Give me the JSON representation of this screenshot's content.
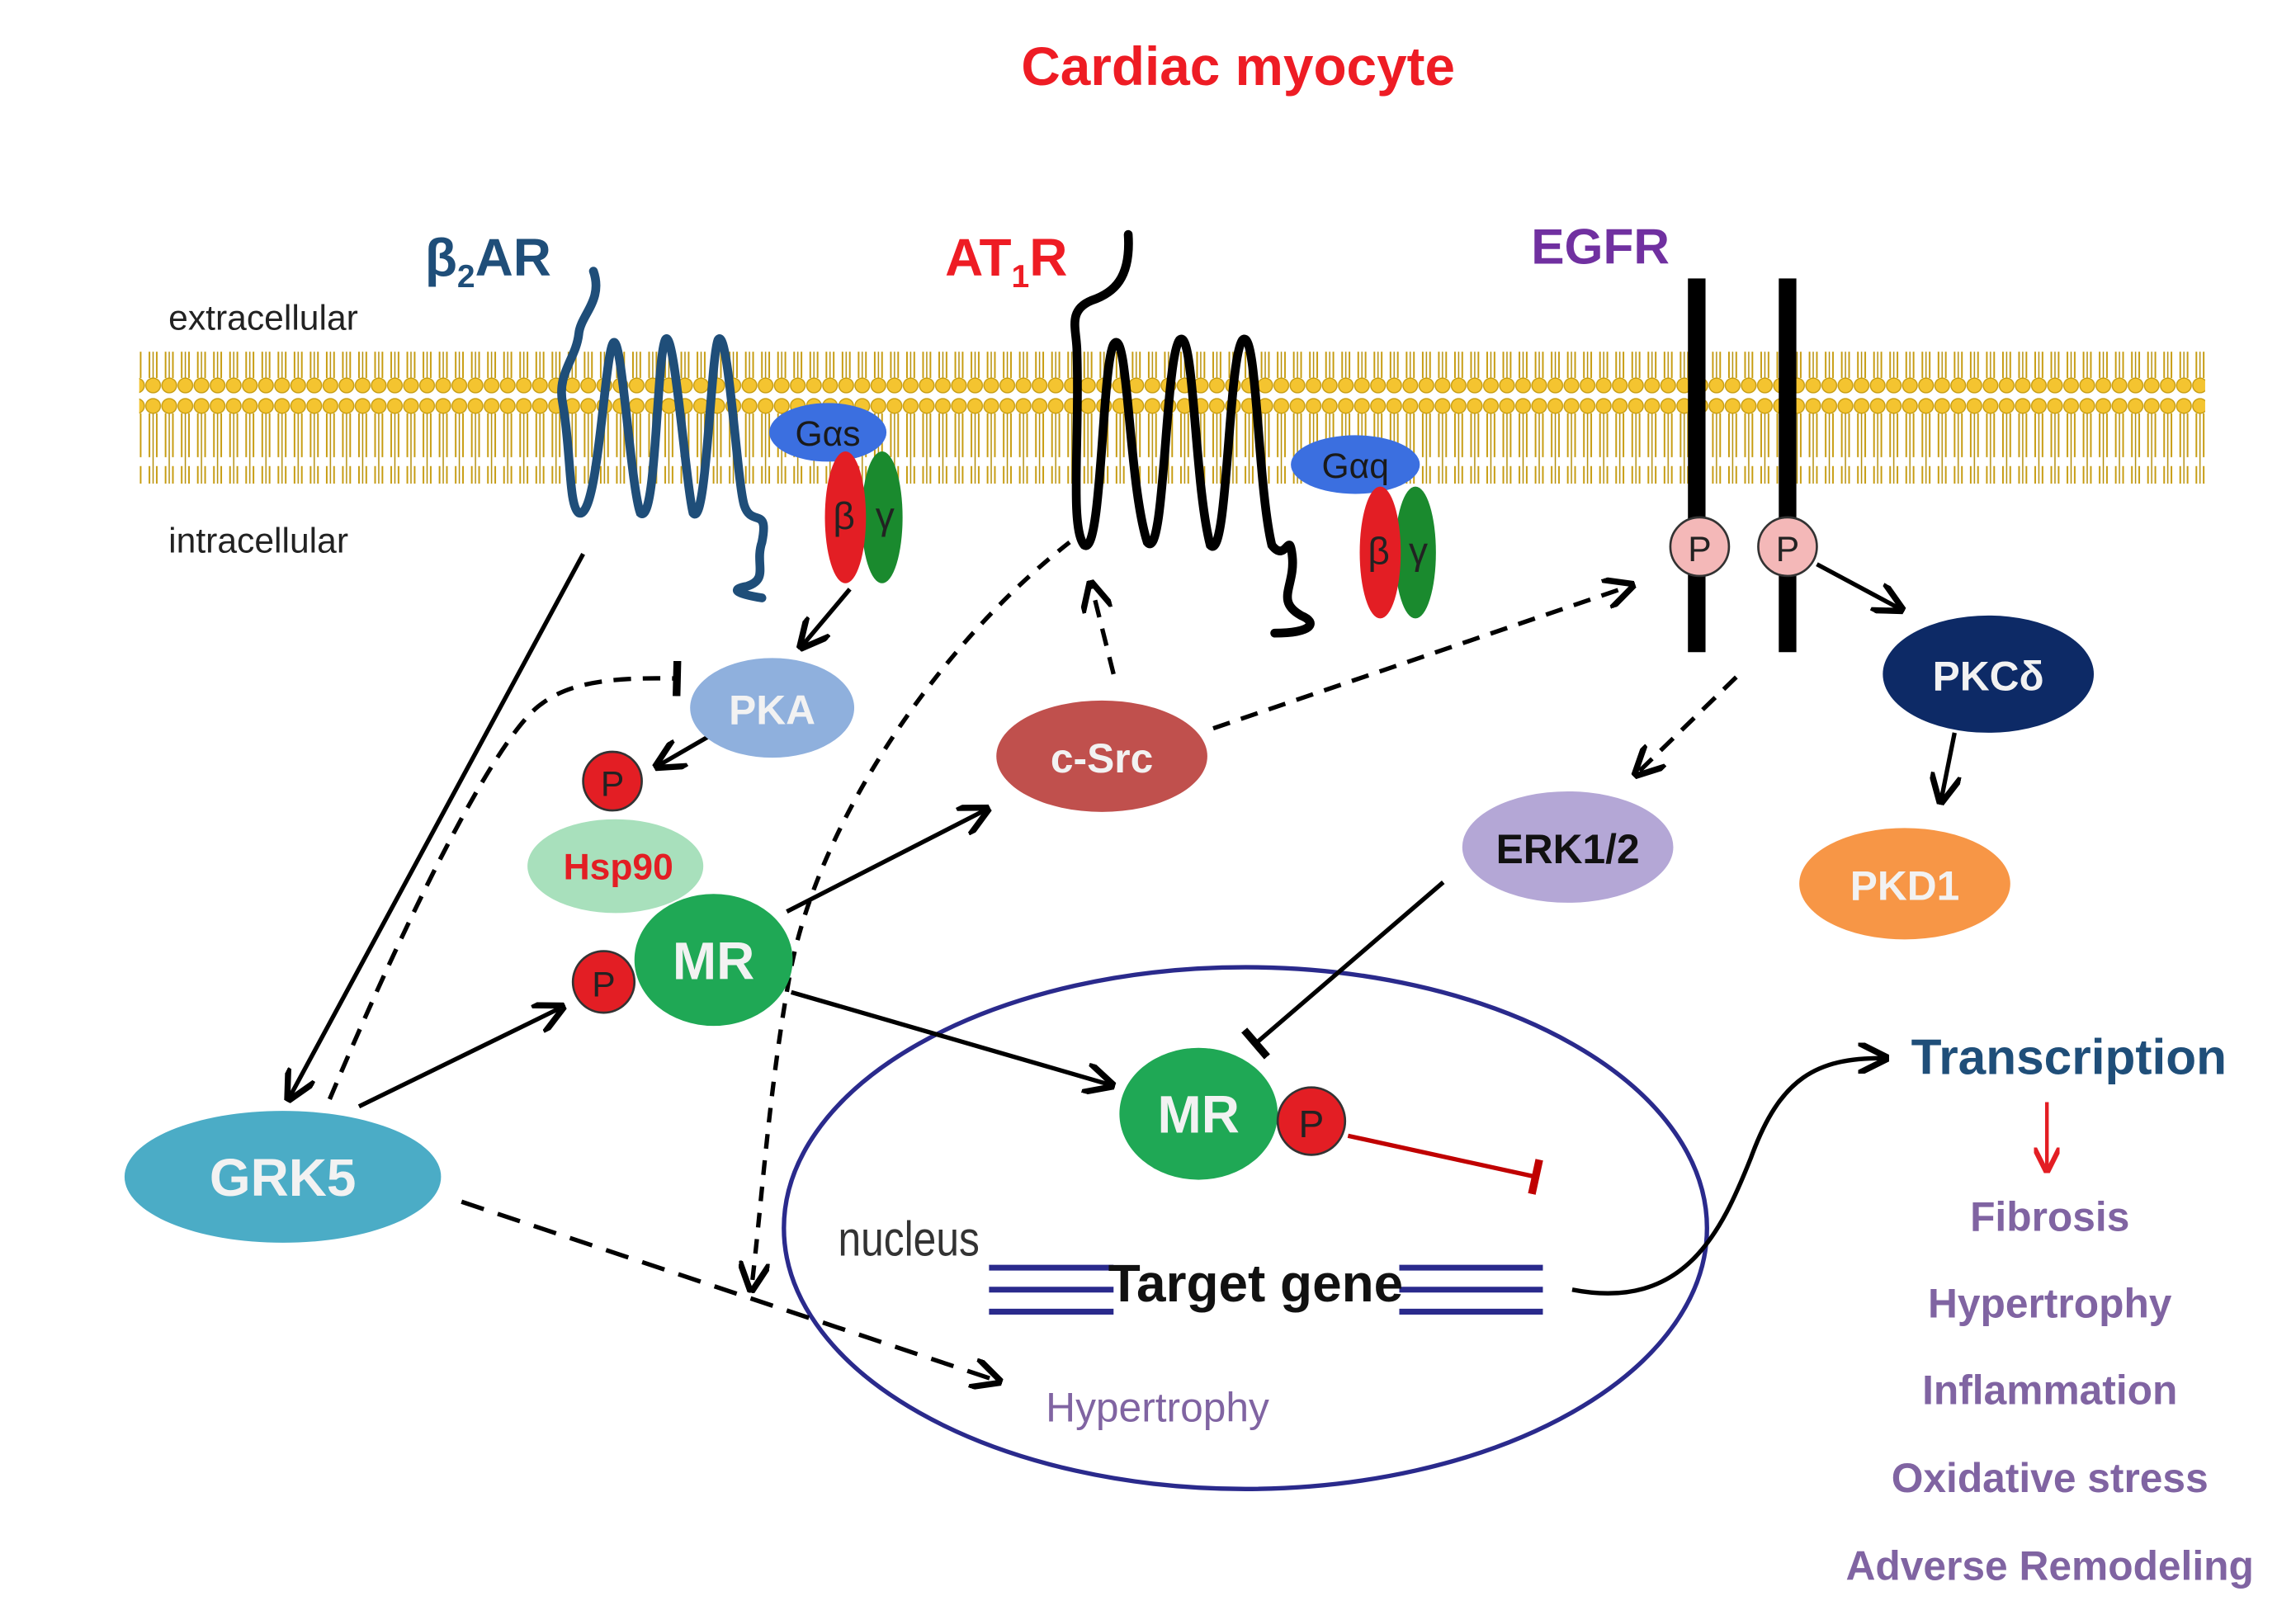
{
  "title": "Cardiac myocyte",
  "regions": {
    "extracellular": "extracellular",
    "intracellular": "intracellular",
    "nucleus": "nucleus"
  },
  "receptors": {
    "b2ar": {
      "main": "β",
      "sub": "2",
      "rest": "AR"
    },
    "at1r": {
      "main": "AT",
      "sub": "1",
      "rest": "R"
    },
    "egfr": "EGFR"
  },
  "g_proteins": {
    "gas": "Gαs",
    "gaq": "Gαq",
    "beta": "β",
    "gamma": "γ"
  },
  "phospho": "P",
  "nodes": {
    "pka": "PKA",
    "hsp90": "Hsp90",
    "mr": "MR",
    "mr_nuclear": "MR",
    "csrc": "c-Src",
    "erk": "ERK1/2",
    "pkcd": "PKCδ",
    "pkd1": "PKD1",
    "grk5": "GRK5"
  },
  "target_gene": "Target gene",
  "hypertrophy_nuclear": "Hypertrophy",
  "transcription": "Transcription",
  "outcomes": [
    "Fibrosis",
    "Hypertrophy",
    "Inflammation",
    "Oxidative stress",
    "Adverse Remodeling"
  ],
  "colors": {
    "title_red": "#ee1c24",
    "b2ar_blue": "#1f4e79",
    "at1r_red": "#ee1c24",
    "egfr_purple": "#7030a0",
    "membrane_yellow": "#f4c430",
    "gas_blue": "#3b6fe0",
    "beta_red": "#e31e24",
    "gamma_green": "#1a8a2e",
    "pka_blue": "#8fb0dd",
    "hsp90_green": "#a8e0bc",
    "mr_green": "#1fa855",
    "phospho_red": "#e31e24",
    "csrc_red": "#c0504d",
    "erk_lavender": "#b4a7d6",
    "pkcd_navy": "#0d2a66",
    "pkd1_orange": "#f79646",
    "grk5_teal": "#4bacc6",
    "nucleus_navy": "#2a2a8c",
    "outcome_purple": "#8064a2",
    "inhibit_red": "#c00000"
  }
}
